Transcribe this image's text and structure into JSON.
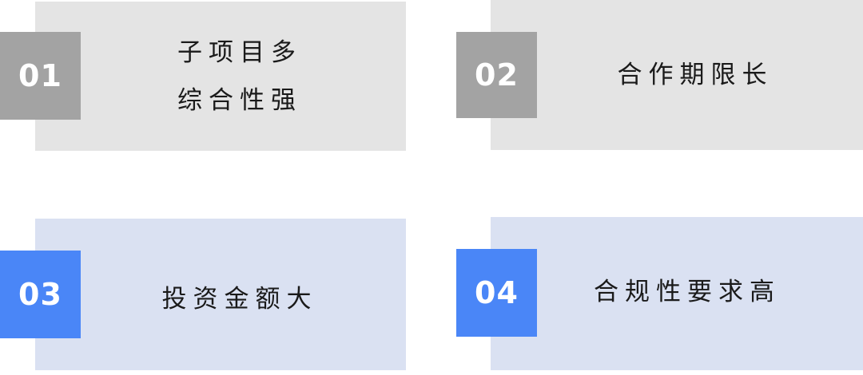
{
  "items": [
    {
      "number": "01",
      "lines": [
        "子项目多",
        "综合性强"
      ]
    },
    {
      "number": "02",
      "lines": [
        "合作期限长"
      ]
    },
    {
      "number": "03",
      "lines": [
        "投资金额大"
      ]
    },
    {
      "number": "04",
      "lines": [
        "合规性要求高"
      ]
    }
  ],
  "colors": {
    "gray_panel": "#e4e4e4",
    "gray_badge": "#a3a3a3",
    "blue_panel": "#dae1f2",
    "blue_badge": "#4a86f7"
  }
}
